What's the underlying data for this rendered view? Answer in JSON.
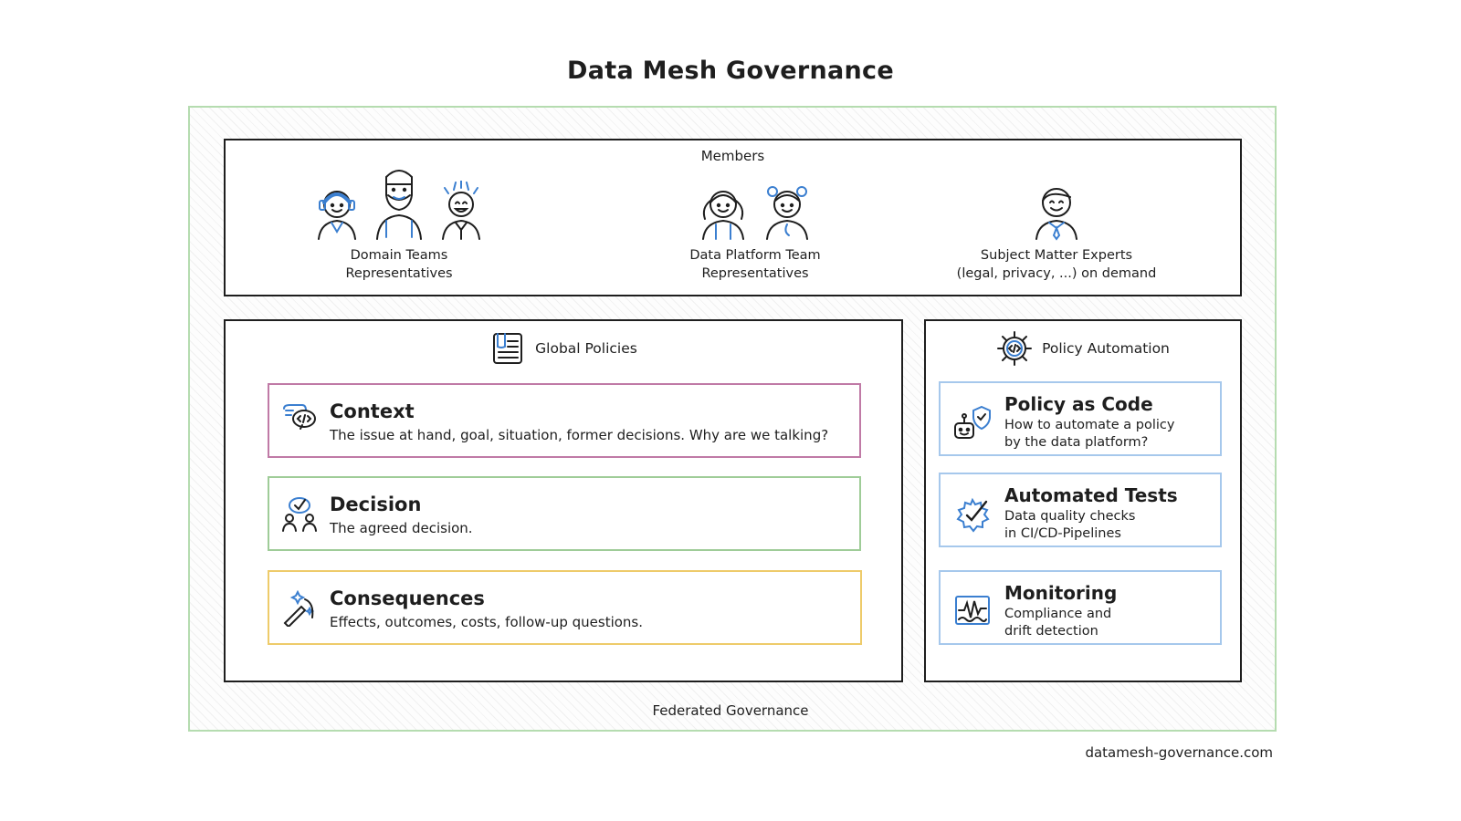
{
  "title": "Data Mesh Governance",
  "members": {
    "label": "Members",
    "groups": [
      {
        "line1": "Domain Teams",
        "line2": "Representatives"
      },
      {
        "line1": "Data Platform Team",
        "line2": "Representatives"
      },
      {
        "line1": "Subject Matter Experts",
        "line2": "(legal, privacy, ...) on demand"
      }
    ]
  },
  "global_policies": {
    "label": "Global Policies",
    "icon": "document-list-icon",
    "items": [
      {
        "title": "Context",
        "description": "The issue at hand, goal, situation, former decisions. Why are we talking?",
        "icon": "chat-code-icon",
        "color": "#c07aa6"
      },
      {
        "title": "Decision",
        "description": "The agreed decision.",
        "icon": "people-check-icon",
        "color": "#9fcc98"
      },
      {
        "title": "Consequences",
        "description": "Effects, outcomes, costs, follow-up questions.",
        "icon": "magic-wand-icon",
        "color": "#eecb6a"
      }
    ]
  },
  "policy_automation": {
    "label": "Policy Automation",
    "icon": "gear-code-icon",
    "items": [
      {
        "title": "Policy as Code",
        "line1": "How to automate a policy",
        "line2": "by the data platform?",
        "icon": "robot-shield-icon"
      },
      {
        "title": "Automated Tests",
        "line1": "Data quality checks",
        "line2": "in CI/CD-Pipelines",
        "icon": "gear-check-icon"
      },
      {
        "title": "Monitoring",
        "line1": "Compliance and",
        "line2": "drift detection",
        "icon": "monitor-wave-icon"
      }
    ],
    "color": "#a6c8ec"
  },
  "footer_label": "Federated Governance",
  "credit": "datamesh-governance.com",
  "colors": {
    "outer_border": "#b5dcb0",
    "icon_blue": "#3b7fd0"
  }
}
